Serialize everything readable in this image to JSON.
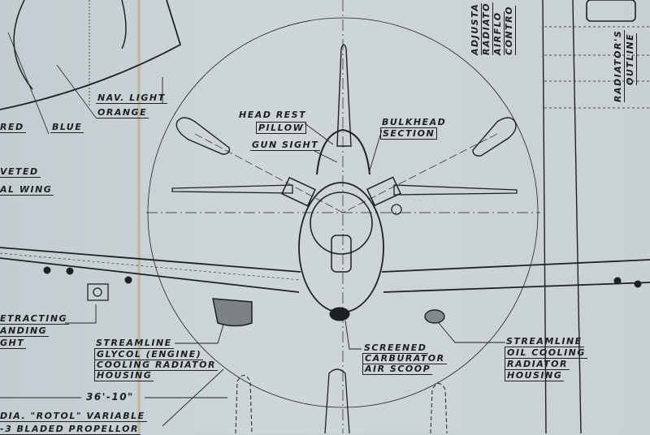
{
  "labels": {
    "nav_light": "NAV. LIGHT",
    "orange": "ORANGE",
    "red": "RED",
    "blue": "BLUE",
    "veted": "VETED",
    "al_wing": "AL WING",
    "head_rest": "HEAD REST",
    "pillow": "PILLOW",
    "gun_sight": "GUN SIGHT",
    "bulkhead": "BULKHEAD",
    "section": "SECTION",
    "retracting": [
      "ETRACTING",
      "ANDING",
      "GHT"
    ],
    "glycol": [
      "STREAMLINE",
      "GLYCOL (ENGINE)",
      "COOLING RADIATOR",
      "HOUSING"
    ],
    "span": "36'-10\"",
    "propeller": [
      "DIA. \"ROTOL\" VARIABLE",
      "-3 BLADED PROPELLOR"
    ],
    "carburator": [
      "SCREENED",
      "CARBURATOR",
      "AIR SCOOP"
    ],
    "oil": [
      "STREAMLINE",
      "OIL COOLING",
      "RADIATOR",
      "HOUSING"
    ],
    "adjustable": [
      "ADJUSTA",
      "RADIATO",
      "AIRFLO",
      "CONTRO"
    ],
    "radiators_outline": [
      "RADIATOR'S",
      "OUTLINE"
    ]
  },
  "colors": {
    "paper": "#c8d1d5",
    "ink": "#1c1f22"
  }
}
